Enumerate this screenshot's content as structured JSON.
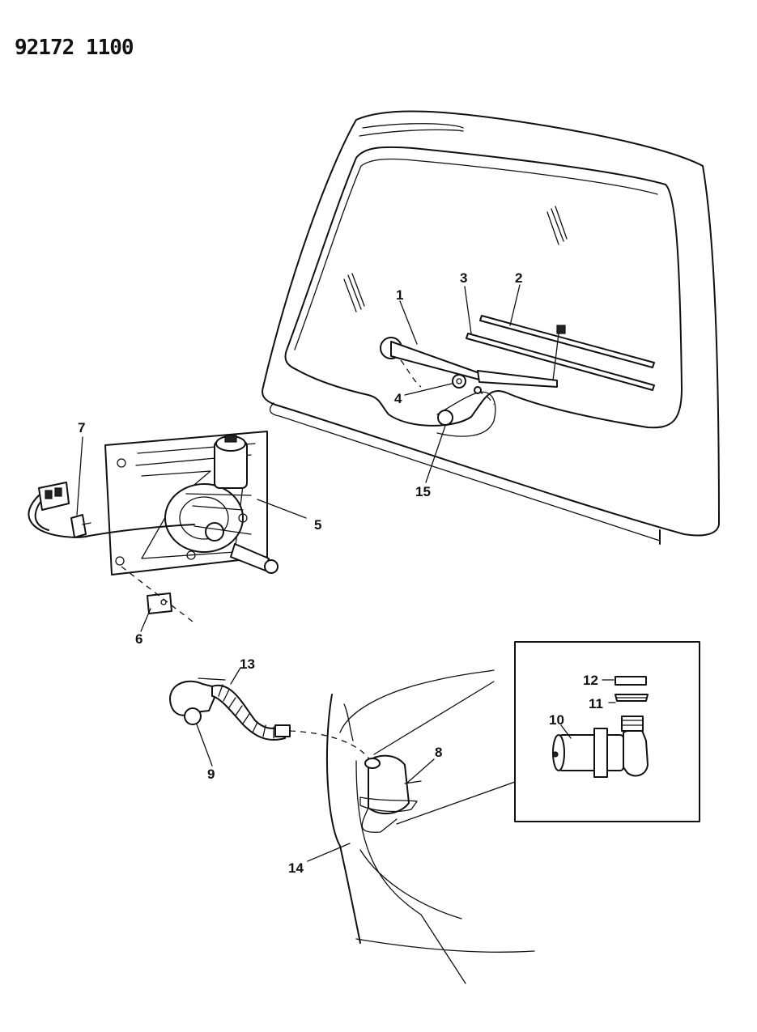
{
  "document": {
    "id": "92172 1100"
  },
  "callouts": [
    {
      "id": "1",
      "text": "1"
    },
    {
      "id": "2",
      "text": "2"
    },
    {
      "id": "3",
      "text": "3"
    },
    {
      "id": "4",
      "text": "4"
    },
    {
      "id": "5",
      "text": "5"
    },
    {
      "id": "6",
      "text": "6"
    },
    {
      "id": "7",
      "text": "7"
    },
    {
      "id": "8",
      "text": "8"
    },
    {
      "id": "9",
      "text": "9"
    },
    {
      "id": "10",
      "text": "10"
    },
    {
      "id": "11",
      "text": "11"
    },
    {
      "id": "12",
      "text": "12"
    },
    {
      "id": "13",
      "text": "13"
    },
    {
      "id": "14",
      "text": "14"
    },
    {
      "id": "15",
      "text": "15"
    }
  ]
}
